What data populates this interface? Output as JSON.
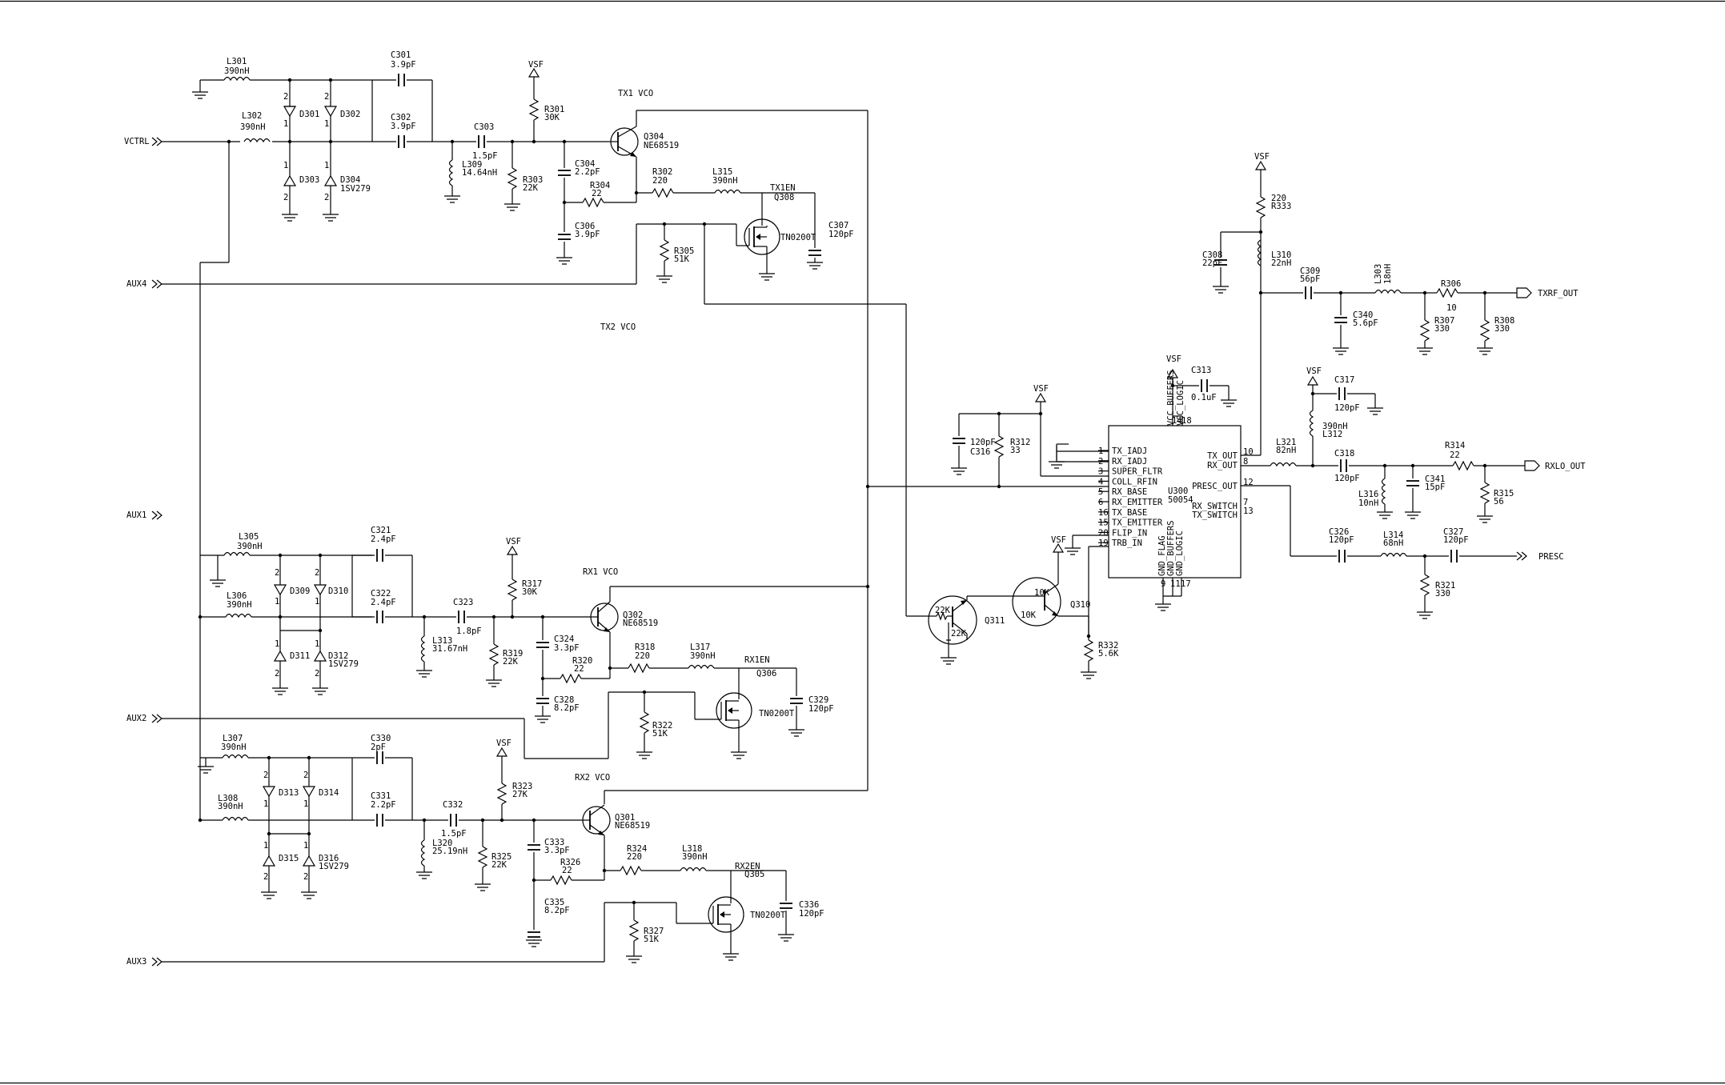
{
  "ports": {
    "vctrl": "VCTRL",
    "aux4": "AUX4",
    "aux1": "AUX1",
    "aux2": "AUX2",
    "aux3": "AUX3",
    "txrf_out": "TXRF_OUT",
    "rxlo_out": "RXLO_OUT",
    "presc": "PRESC"
  },
  "sections": {
    "tx1": "TX1 VCO",
    "tx2": "TX2 VCO",
    "rx1": "RX1 VCO",
    "rx2": "RX2 VCO"
  },
  "supply": "VSF",
  "tx1": {
    "l301": "L301",
    "l301v": "390nH",
    "l302": "L302",
    "l302v": "390nH",
    "c301": "C301",
    "c301v": "3.9pF",
    "c302": "C302",
    "c302v": "3.9pF",
    "d301": "D301",
    "d302": "D302",
    "d303": "D303",
    "d304": "D304",
    "d304v": "1SV279",
    "c303": "C303",
    "c303v": "1.5pF",
    "l309": "L309",
    "l309v": "14.64nH",
    "r301": "R301",
    "r301v": "30K",
    "r303": "R303",
    "r303v": "22K",
    "c304": "C304",
    "c304v": "2.2pF",
    "r304": "R304",
    "r304v": "22",
    "c306": "C306",
    "c306v": "3.9pF",
    "q304": "Q304",
    "q304v": "NE68519",
    "r302": "R302",
    "r302v": "220",
    "l315": "L315",
    "l315v": "390nH",
    "en": "TX1EN",
    "q308": "Q308",
    "tn": "TN0200T",
    "c307": "C307",
    "c307v": "120pF",
    "r305": "R305",
    "r305v": "51K"
  },
  "rx1": {
    "l305": "L305",
    "l305v": "390nH",
    "l306": "L306",
    "l306v": "390nH",
    "c321": "C321",
    "c321v": "2.4pF",
    "c322": "C322",
    "c322v": "2.4pF",
    "d309": "D309",
    "d310": "D310",
    "d311": "D311",
    "d312": "D312",
    "d312v": "1SV279",
    "c323": "C323",
    "c323v": "1.8pF",
    "l313": "L313",
    "l313v": "31.67nH",
    "r317": "R317",
    "r317v": "30K",
    "r319": "R319",
    "r319v": "22K",
    "c324": "C324",
    "c324v": "3.3pF",
    "r320": "R320",
    "r320v": "22",
    "c328": "C328",
    "c328v": "8.2pF",
    "q302": "Q302",
    "q302v": "NE68519",
    "r318": "R318",
    "r318v": "220",
    "l317": "L317",
    "l317v": "390nH",
    "en": "RX1EN",
    "q306": "Q306",
    "tn": "TN0200T",
    "c329": "C329",
    "c329v": "120pF",
    "r322": "R322",
    "r322v": "51K"
  },
  "rx2": {
    "l307": "L307",
    "l307v": "390nH",
    "l308": "L308",
    "l308v": "390nH",
    "c330": "C330",
    "c330v": "2pF",
    "c331": "C331",
    "c331v": "2.2pF",
    "d313": "D313",
    "d314": "D314",
    "d315": "D315",
    "d316": "D316",
    "d316v": "1SV279",
    "c332": "C332",
    "c332v": "1.5pF",
    "l320": "L320",
    "l320v": "25.19nH",
    "r323": "R323",
    "r323v": "27K",
    "r325": "R325",
    "r325v": "22K",
    "c333": "C333",
    "c333v": "3.3pF",
    "r326": "R326",
    "r326v": "22",
    "c335": "C335",
    "c335v": "8.2pF",
    "q301": "Q301",
    "q301v": "NE68519",
    "r324": "R324",
    "r324v": "220",
    "l318": "L318",
    "l318v": "390nH",
    "en": "RX2EN",
    "q305": "Q305",
    "tn": "TN0200T",
    "c336": "C336",
    "c336v": "120pF",
    "r327": "R327",
    "r327v": "51K"
  },
  "u300": {
    "ref": "U300",
    "part": "50054",
    "left_pins": [
      {
        "num": "1",
        "name": "TX_IADJ"
      },
      {
        "num": "2",
        "name": "RX_IADJ"
      },
      {
        "num": "3",
        "name": "SUPER_FLTR"
      },
      {
        "num": "4",
        "name": "COLL_RFIN"
      },
      {
        "num": "5",
        "name": "RX_BASE"
      },
      {
        "num": "6",
        "name": "RX_EMITTER"
      },
      {
        "num": "16",
        "name": "TX_BASE"
      },
      {
        "num": "15",
        "name": "TX_EMITTER"
      },
      {
        "num": "20",
        "name": "FLIP_IN"
      },
      {
        "num": "19",
        "name": "TRB_IN"
      }
    ],
    "right_pins": [
      {
        "num": "10",
        "name": "TX_OUT"
      },
      {
        "num": "8",
        "name": "RX_OUT"
      },
      {
        "num": "12",
        "name": "PRESC_OUT"
      },
      {
        "num": "7",
        "name": "RX_SWITCH"
      },
      {
        "num": "13",
        "name": "TX_SWITCH"
      }
    ],
    "top_pins": [
      {
        "num": "14",
        "name": "VCC_BUFFERS"
      },
      {
        "num": "18",
        "name": "VCC_LOGIC"
      }
    ],
    "bottom_pins": [
      {
        "num": "9",
        "name": "GND_FLAG"
      },
      {
        "num": "11",
        "name": "GND_BUFFERS"
      },
      {
        "num": "17",
        "name": "GND_LOGIC"
      }
    ]
  },
  "right": {
    "c316": "C316",
    "c316v": "120pF",
    "r312": "R312",
    "r312v": "33",
    "c313": "C313",
    "c313v": "0.1uF",
    "r333": "R333",
    "r333v": "220",
    "c308": "C308",
    "c308v": "22pF",
    "l310": "L310",
    "l310v": "22nH",
    "c309": "C309",
    "c309v": "56pF",
    "l303": "L303",
    "l303v": "18nH",
    "c340": "C340",
    "c340v": "5.6pF",
    "r306": "R306",
    "r306v": "10",
    "r307": "R307",
    "r307v": "330",
    "r308": "R308",
    "r308v": "330",
    "c317": "C317",
    "c317v": "120pF",
    "l312": "L312",
    "l312v": "390nH",
    "l321": "L321",
    "l321v": "82nH",
    "c318": "C318",
    "c318v": "120pF",
    "l316": "L316",
    "l316v": "10nH",
    "c341": "C341",
    "c341v": "15pF",
    "r314": "R314",
    "r314v": "22",
    "r315": "R315",
    "r315v": "56",
    "c326": "C326",
    "c326v": "120pF",
    "l314": "L314",
    "l314v": "68nH",
    "c327": "C327",
    "c327v": "120pF",
    "r321": "R321",
    "r321v": "330",
    "q311": "Q311",
    "q311r1": "22K",
    "q311r2": "22K",
    "q310": "Q310",
    "q310r1": "10K",
    "q310r2": "10K",
    "r332": "R332",
    "r332v": "5.6K"
  }
}
